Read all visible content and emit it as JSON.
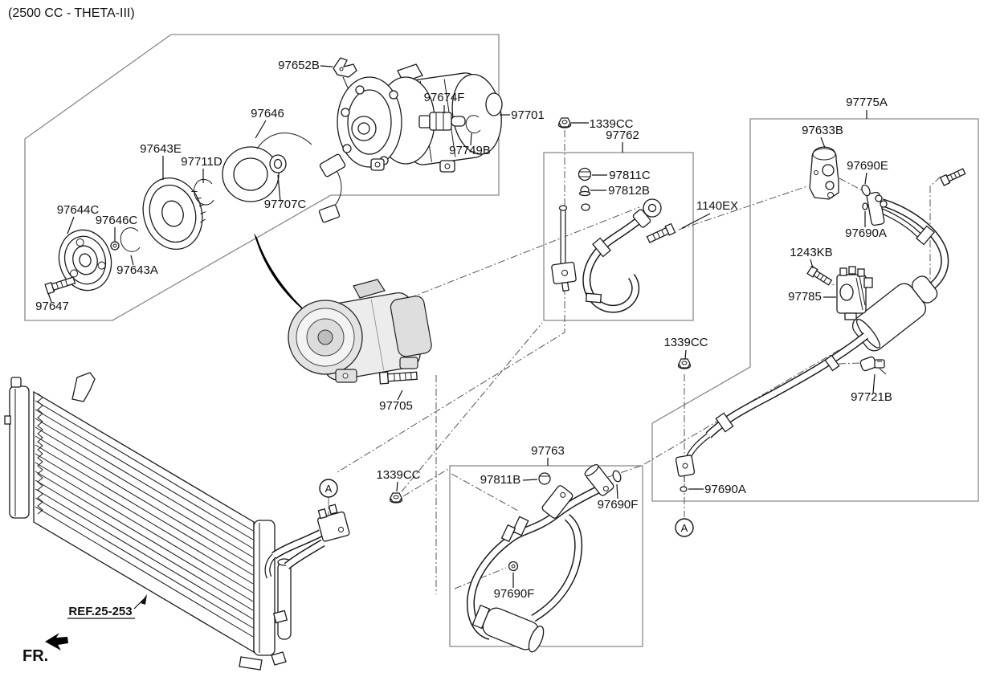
{
  "diagram": {
    "title": "(2500 CC - THETA-III)",
    "front_indicator": "FR.",
    "reference": "REF.25-253",
    "view_marker": "A",
    "callouts": {
      "c97652B": "97652B",
      "c97674F": "97674F",
      "c97749B": "97749B",
      "c97646": "97646",
      "c97643E": "97643E",
      "c97711D": "97711D",
      "c97707C": "97707C",
      "c97644C": "97644C",
      "c97646C": "97646C",
      "c97643A": "97643A",
      "c97647": "97647",
      "c97701": "97701",
      "c97705": "97705",
      "c1339CC_top": "1339CC",
      "c97762": "97762",
      "c97811C": "97811C",
      "c97812B": "97812B",
      "c1140EX": "1140EX",
      "c97775A": "97775A",
      "c97633B": "97633B",
      "c97690E": "97690E",
      "c97690A_upper": "97690A",
      "c1243KB": "1243KB",
      "c97785": "97785",
      "c1339CC_mid": "1339CC",
      "c97721B": "97721B",
      "c97690A_lower": "97690A",
      "c1339CC_left": "1339CC",
      "c97763": "97763",
      "c97811B": "97811B",
      "c97690F_upper": "97690F",
      "c97690F_lower": "97690F"
    }
  }
}
